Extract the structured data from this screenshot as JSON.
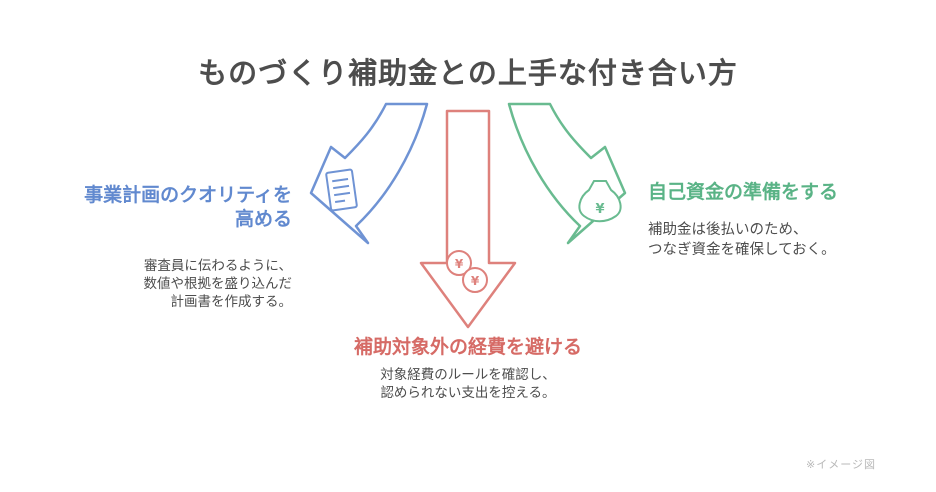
{
  "title": "ものづくり補助金との上手な付き合い方",
  "colors": {
    "blue": "#6189cf",
    "green": "#5ab386",
    "red": "#d66b66",
    "text": "#4d4d4d",
    "muted": "#b9b9b9",
    "background": "#ffffff"
  },
  "left_point": {
    "heading_line1": "事業計画のクオリティを",
    "heading_line2": "高める",
    "desc_line1": "審査員に伝わるように、",
    "desc_line2": "数値や根拠を盛り込んだ",
    "desc_line3": "計画書を作成する。",
    "icon": "document-icon"
  },
  "right_point": {
    "heading": "自己資金の準備をする",
    "desc_line1": "補助金は後払いのため、",
    "desc_line2": "つなぎ資金を確保しておく。",
    "icon": "money-bag-icon"
  },
  "bottom_point": {
    "heading": "補助対象外の経費を避ける",
    "desc_line1": "対象経費のルールを確認し、",
    "desc_line2": "認められない支出を控える。",
    "icon": "coins-icon"
  },
  "currency_symbol": "¥",
  "watermark": "※イメージ図"
}
